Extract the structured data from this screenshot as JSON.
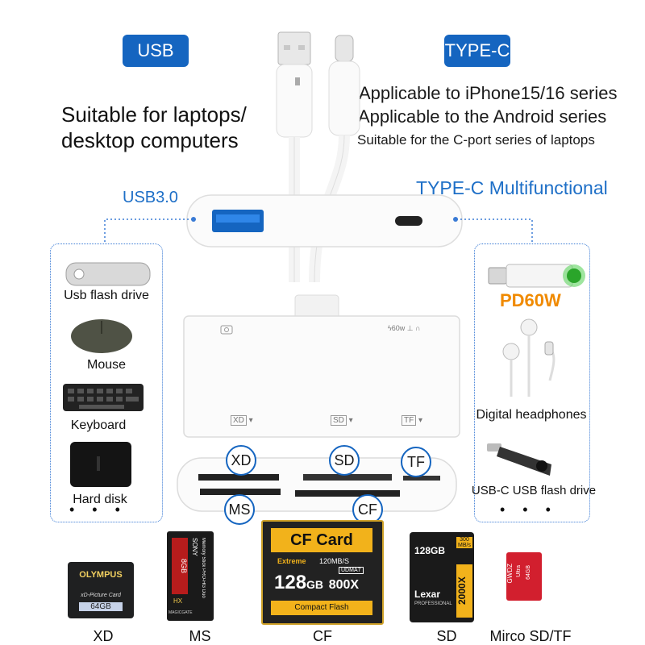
{
  "header": {
    "usb_badge": "USB",
    "typec_badge": "TYPE-C",
    "left_text_line1": "Suitable for laptops/",
    "left_text_line2": "desktop computers",
    "right_text_line1": "Applicable to iPhone15/16 series",
    "right_text_line2": "Applicable to the Android series",
    "right_text_line3": "Suitable for the C-port series of laptops"
  },
  "ports": {
    "usb3_label": "USB3.0",
    "typec_label": "TYPE-C Multifunctional"
  },
  "left_devices": [
    {
      "label": "Usb flash drive",
      "icon": "usb-flash-drive-icon"
    },
    {
      "label": "Mouse",
      "icon": "mouse-icon"
    },
    {
      "label": "Keyboard",
      "icon": "keyboard-icon"
    },
    {
      "label": "Hard disk",
      "icon": "hard-disk-icon"
    }
  ],
  "right_devices": {
    "pd_label": "PD60W",
    "headphones_label": "Digital headphones",
    "flash_label": "USB-C USB flash drive"
  },
  "hub_icons": {
    "xd": "XD",
    "sd": "SD",
    "tf": "TF",
    "power": "60w"
  },
  "slots": {
    "xd": "XD",
    "sd": "SD",
    "tf": "TF",
    "ms": "MS",
    "cf": "CF"
  },
  "cards": {
    "xd_brand": "OLYMPUS",
    "xd_sub": "xD-Picture Card",
    "xd_size": "64GB",
    "ms_size": "8GB",
    "ms_brand": "SONY",
    "ms_side": "Memory Stick PRO-HG Duo",
    "ms_sub": "MAGICGATE",
    "ms_hx": "HX",
    "cf_title": "CF Card",
    "cf_extreme": "Extreme",
    "cf_speed": "120MB/S",
    "cf_udma": "UDMA7",
    "cf_size": "128",
    "cf_gb": "GB",
    "cf_x": "800X",
    "cf_footer": "Compact Flash",
    "sd_size": "128GB",
    "sd_speed": "300 MB/s",
    "sd_brand": "Lexar",
    "sd_pro": "PROFESSIONAL",
    "sd_x": "2000X",
    "tf_brand": "GWDZ",
    "tf_sub": "Ultra",
    "tf_size": "64GB"
  },
  "card_labels": [
    "XD",
    "MS",
    "CF",
    "SD",
    "Mirco SD/TF"
  ],
  "colors": {
    "badge_blue": "#1565c0",
    "accent_blue": "#1e6fc7",
    "pd_orange": "#f08a00",
    "cf_gold": "#f2b21b",
    "ms_red": "#b71c1c"
  }
}
